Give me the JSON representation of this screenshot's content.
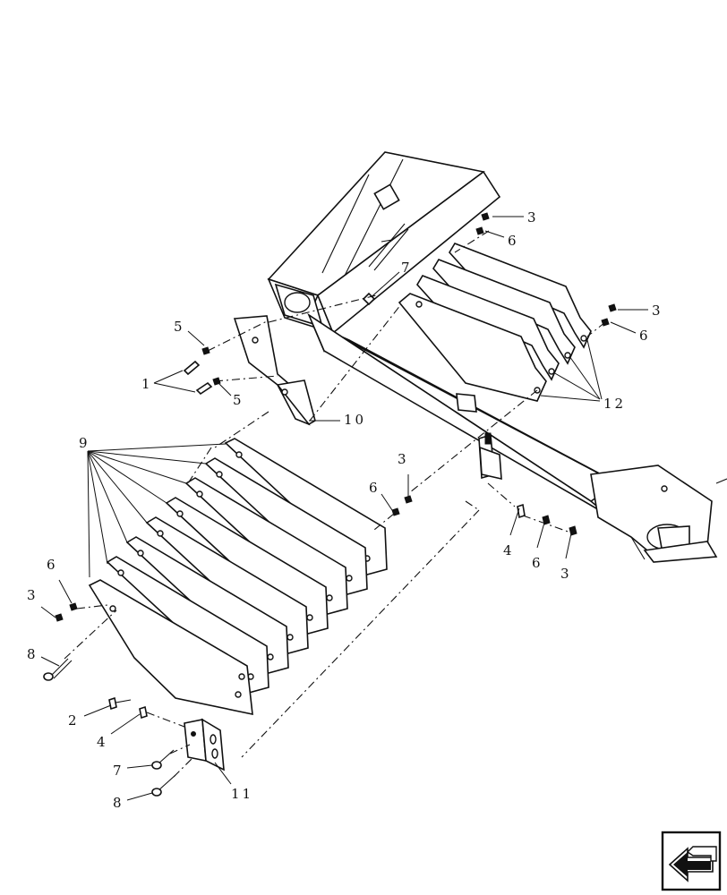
{
  "diagram": {
    "type": "exploded-parts-view",
    "callouts": {
      "c1": "1",
      "c2": "2",
      "c3a": "3",
      "c3b": "3",
      "c3c": "3",
      "c3d": "3",
      "c3e": "3",
      "c4a": "4",
      "c4b": "4",
      "c5a": "5",
      "c5b": "5",
      "c6a": "6",
      "c6b": "6",
      "c6c": "6",
      "c6d": "6",
      "c6e": "6",
      "c7a": "7",
      "c7b": "7",
      "c8a": "8",
      "c8b": "8",
      "c9": "9",
      "c10": "10",
      "c11": "11",
      "c12": "12"
    }
  },
  "nav": {
    "icon": "arrow-back-icon"
  }
}
